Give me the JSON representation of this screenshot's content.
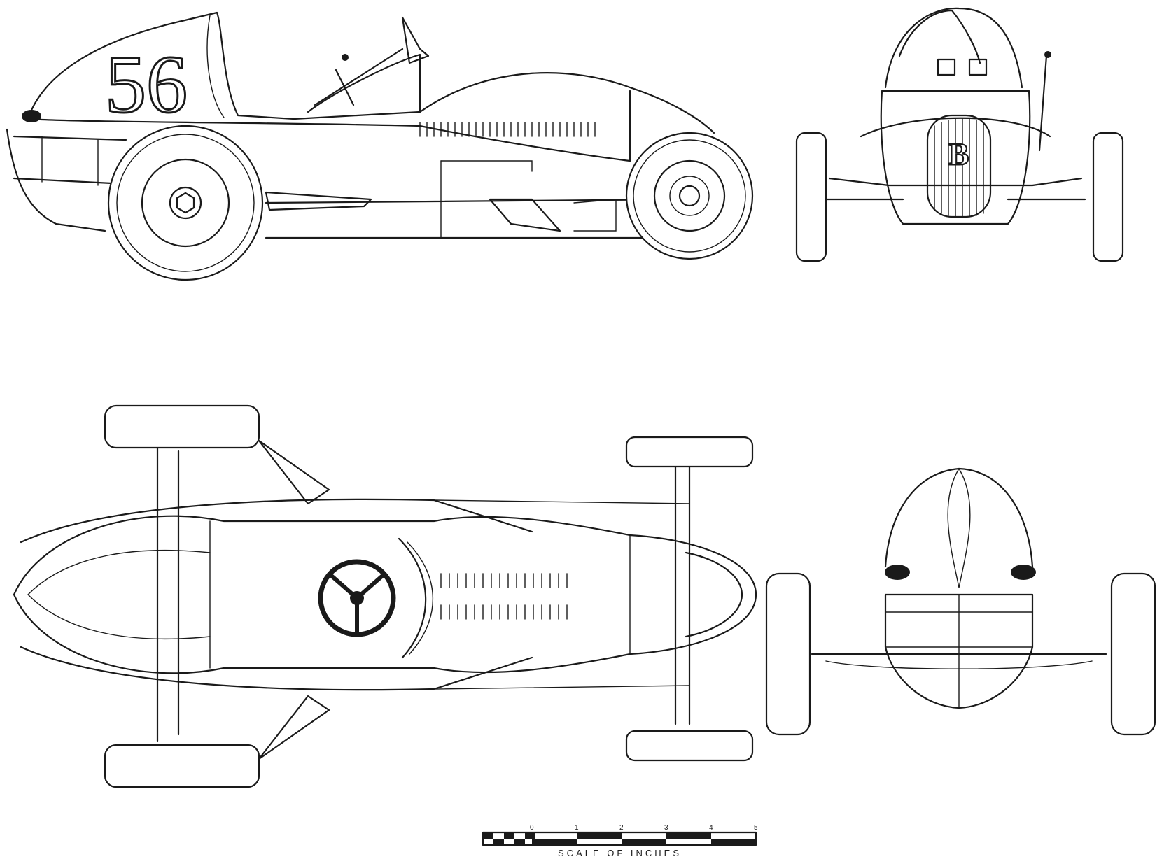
{
  "drawing": {
    "side_view": {
      "car_number": "56"
    },
    "front_view": {
      "grille_letter": "B"
    },
    "scale_bar": {
      "label": "SCALE OF INCHES",
      "ticks": [
        "0",
        "1",
        "2",
        "3",
        "4",
        "5"
      ]
    }
  }
}
